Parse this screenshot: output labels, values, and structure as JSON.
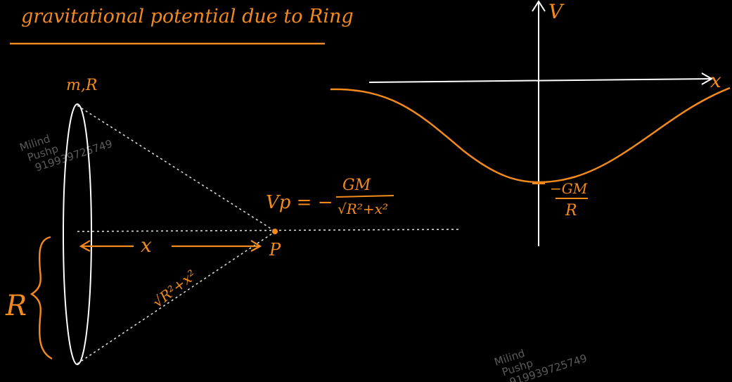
{
  "title": "gravitational potential due to Ring",
  "colors": {
    "background": "#000000",
    "ink_orange": "#f28a1e",
    "ink_white": "#ffffff",
    "dotted": "#d8d8d8",
    "watermark": "#5a5a5a"
  },
  "ring_diagram": {
    "ring_label": "m,R",
    "radius_label": "R",
    "distance_label": "x",
    "point_label": "P",
    "slant_label": "√R²+x²",
    "formula_lhs": "Vp = −",
    "formula_numerator": "GM",
    "formula_denominator": "√R²+x²"
  },
  "graph": {
    "y_axis_label": "V",
    "x_axis_label": "x",
    "min_label_top": "−GM",
    "min_label_bottom": "R"
  },
  "watermark": {
    "line1": "Milind",
    "line2": "Pushp",
    "line3": "919939725749"
  }
}
